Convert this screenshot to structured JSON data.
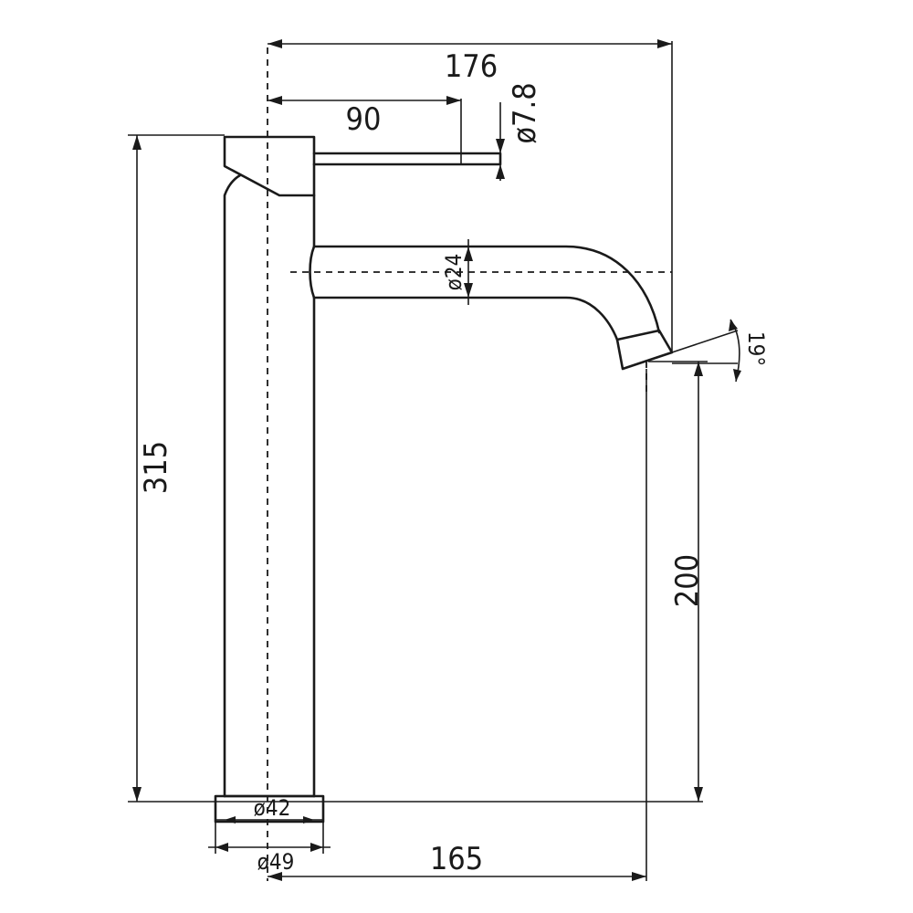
{
  "dimensions": {
    "overall_reach": "176",
    "handle_length": "90",
    "handle_diameter": "ø7.8",
    "spout_diameter": "ø24",
    "spout_angle": "19°",
    "overall_height": "315",
    "spout_height": "200",
    "base_inner_diameter": "ø42",
    "base_outer_diameter": "ø49",
    "spout_reach": "165"
  }
}
